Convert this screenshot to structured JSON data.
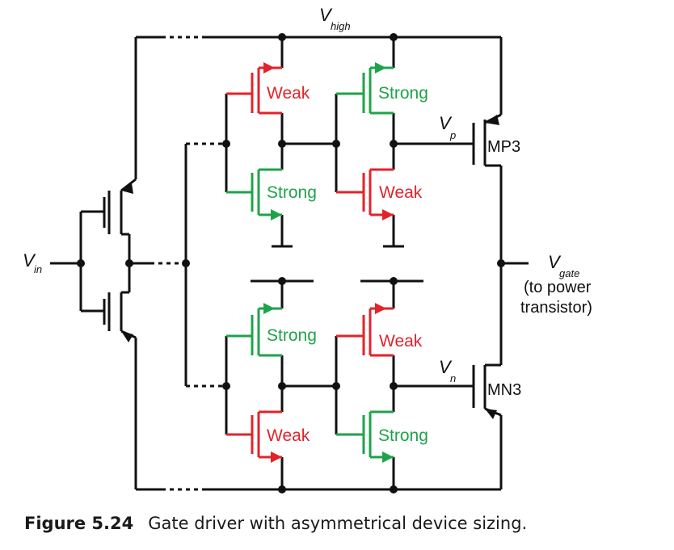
{
  "labels": {
    "vhigh": {
      "main": "V",
      "sub": "high"
    },
    "vin": {
      "main": "V",
      "sub": "in"
    },
    "vp": {
      "main": "V",
      "sub": "p"
    },
    "vn": {
      "main": "V",
      "sub": "n"
    },
    "vgate": {
      "main": "V",
      "sub": "gate",
      "line1": "(to power",
      "line2": "transistor)"
    },
    "mp3": "MP3",
    "mn3": "MN3"
  },
  "devices": {
    "upper_left_top": "Weak",
    "upper_left_bottom": "Strong",
    "upper_right_top": "Strong",
    "upper_right_bottom": "Weak",
    "lower_left_top": "Strong",
    "lower_left_bottom": "Weak",
    "lower_right_top": "Weak",
    "lower_right_bottom": "Strong"
  },
  "colors": {
    "wire": "#111111",
    "weak": "#e2232a",
    "strong": "#1fa34a"
  },
  "caption": {
    "number": "Figure 5.24",
    "text": "Gate driver with asymmetrical device sizing."
  }
}
